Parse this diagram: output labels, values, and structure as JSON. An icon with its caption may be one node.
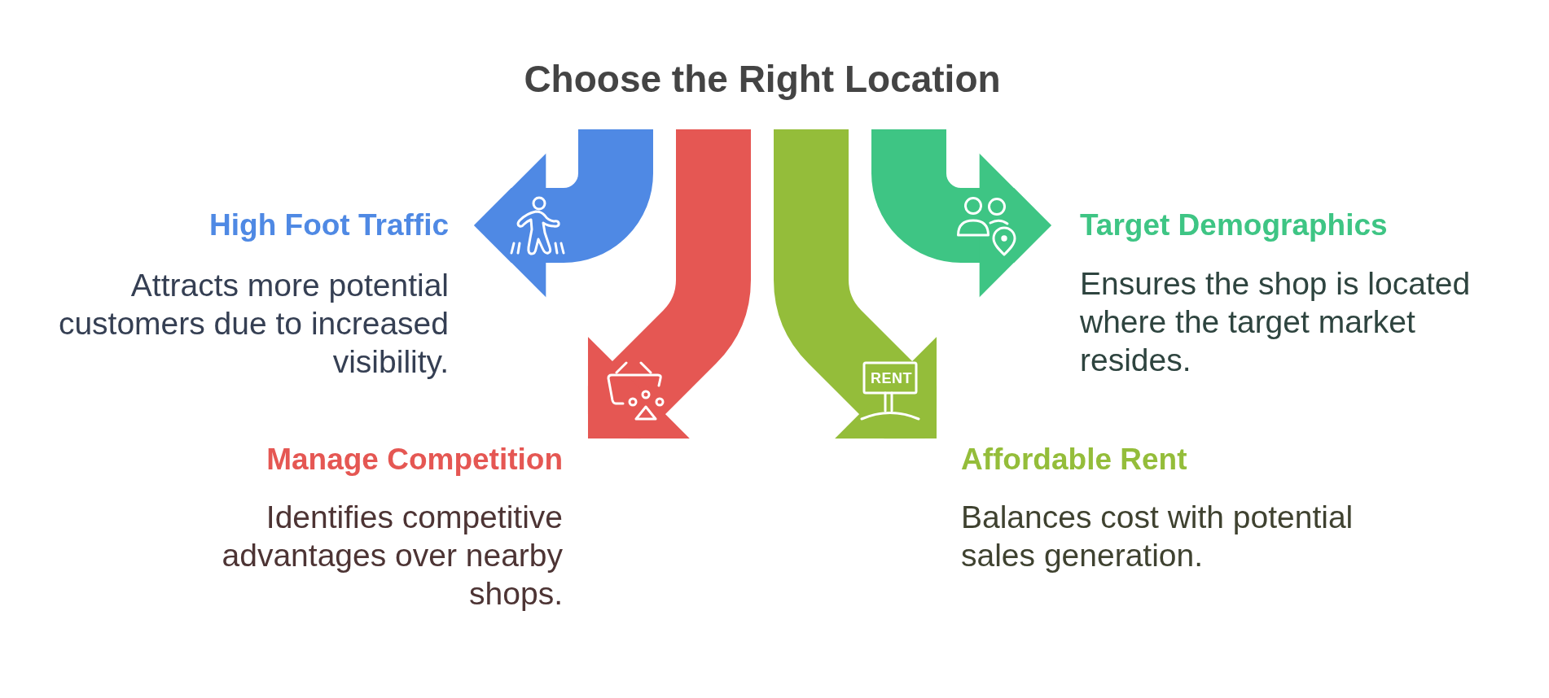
{
  "diagram": {
    "title": "Choose the Right Location",
    "nodes": [
      {
        "text": [
          "High Foot Traffic",
          "Attracts more potential customers due to increased visibility."
        ]
      },
      {
        "text": [
          "Manage Competition",
          "Identifies competitive advantages over nearby shops."
        ]
      },
      {
        "text": [
          "Affordable Rent",
          "Balances cost with potential sales generation."
        ]
      },
      {
        "text": [
          "Target Demographics",
          "Ensures the shop is located where the target market resides."
        ]
      }
    ],
    "edges": [
      {
        "from": null,
        "to": 0,
        "arrow": "to",
        "color": "#4f89e4"
      },
      {
        "from": null,
        "to": 1,
        "arrow": "to",
        "color": "#e55753"
      },
      {
        "from": null,
        "to": 2,
        "arrow": "to",
        "color": "#94bd3a"
      },
      {
        "from": null,
        "to": 3,
        "arrow": "to",
        "color": "#3ec584"
      }
    ],
    "labels": [
      "RENT"
    ]
  }
}
